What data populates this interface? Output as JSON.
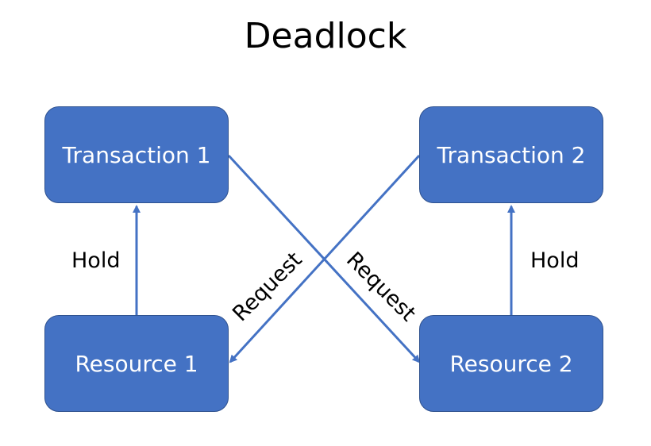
{
  "diagram": {
    "title": "Deadlock",
    "colors": {
      "node_fill": "#4472C4",
      "node_border": "#2F528F",
      "edge": "#4472C4"
    },
    "nodes": {
      "transaction1": "Transaction 1",
      "transaction2": "Transaction 2",
      "resource1": "Resource 1",
      "resource2": "Resource 2"
    },
    "edges": {
      "hold_left": "Hold",
      "hold_right": "Hold",
      "request_left": "Request",
      "request_right": "Request"
    }
  }
}
